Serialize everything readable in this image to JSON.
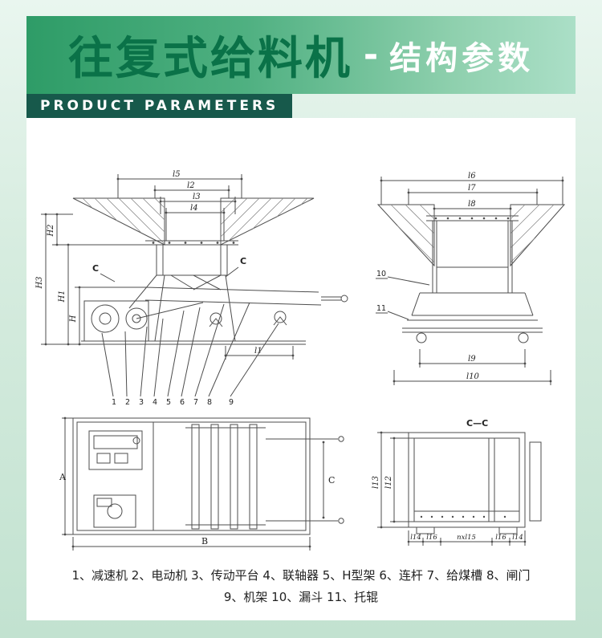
{
  "header": {
    "title": "往复式给料机",
    "separator": "-",
    "subtitle": "结构参数"
  },
  "subheader": {
    "label": "PRODUCT PARAMETERS"
  },
  "colors": {
    "banner_gradient_start": "#2e9c67",
    "banner_gradient_end": "#abdfc7",
    "title_green": "#0a7248",
    "subbar_bg": "#17594b",
    "page_bg": "#d6ecdf",
    "panel_bg": "#ffffff",
    "drawing_line": "#4d4d4d"
  },
  "diagrams": {
    "side_view": {
      "dims_top": [
        "l5",
        "l2",
        "l3",
        "l4"
      ],
      "dims_left": [
        "H3",
        "H2",
        "H1",
        "H"
      ],
      "dim_bottom": "l1",
      "section_mark_left": "C",
      "section_mark_right": "C",
      "part_numbers": [
        "1",
        "2",
        "3",
        "4",
        "5",
        "6",
        "7",
        "8",
        "9"
      ]
    },
    "end_view": {
      "dims_top": [
        "l6",
        "l7",
        "l8"
      ],
      "part_numbers": [
        "10",
        "11"
      ],
      "dims_bottom": [
        "l9",
        "l10"
      ]
    },
    "plan_view": {
      "dim_left": "A",
      "dim_bottom": "B",
      "dim_right": "C"
    },
    "section_view": {
      "title": "C—C",
      "dims_left": [
        "l13",
        "l12"
      ],
      "dims_bottom": [
        "l14",
        "l16",
        "nxl15",
        "l16",
        "l14"
      ]
    }
  },
  "caption": {
    "line1": "1、减速机 2、电动机 3、传动平台 4、联轴器 5、H型架 6、连杆 7、给煤槽 8、闸门",
    "line2": "9、机架 10、漏斗 11、托辊"
  }
}
